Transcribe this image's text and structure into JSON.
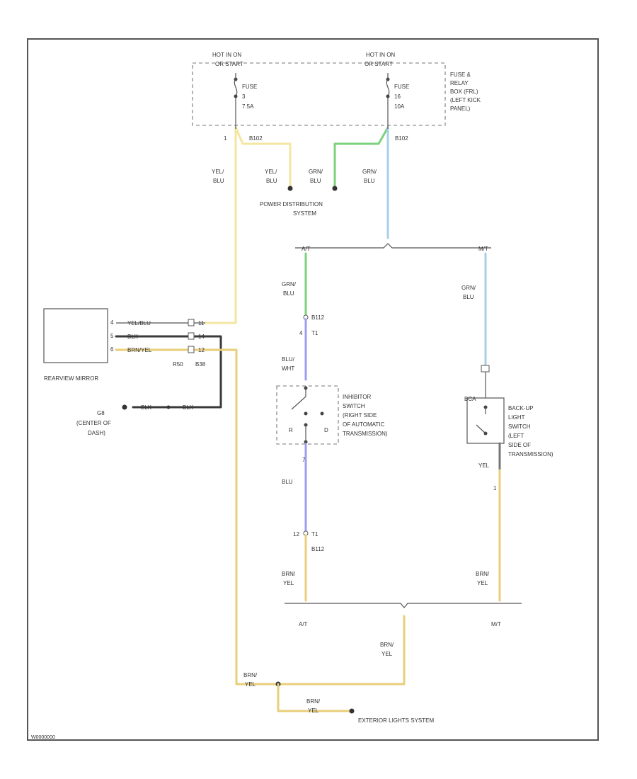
{
  "fuse_box": {
    "hot_left": [
      "HOT IN ON",
      "OR START"
    ],
    "hot_right": [
      "HOT IN ON",
      "OR START"
    ],
    "fuse_left": [
      "FUSE",
      "3",
      "7.5A"
    ],
    "fuse_right": [
      "FUSE",
      "16",
      "10A"
    ],
    "label": [
      "FUSE &",
      "RELAY",
      "BOX (FRL)",
      "(LEFT KICK",
      "PANEL)"
    ],
    "pin_left": "1",
    "conn_left": "B102",
    "conn_right": "B102"
  },
  "power_dist": {
    "wire1": [
      "YEL/",
      "BLU"
    ],
    "wire2": [
      "YEL/",
      "BLU"
    ],
    "wire3": [
      "GRN/",
      "BLU"
    ],
    "wire4": [
      "GRN/",
      "BLU"
    ],
    "label": [
      "POWER DISTRIBUTION",
      "SYSTEM"
    ]
  },
  "branch_top": {
    "at": "A/T",
    "mt": "M/T"
  },
  "at_path": {
    "wire_in": [
      "GRN/",
      "BLU"
    ],
    "conn_top": "B112",
    "pin_top": "4",
    "conn_t1": "T1",
    "wire_mid": [
      "BLU/",
      "WHT"
    ],
    "switch_label": [
      "INHIBITOR",
      "SWITCH",
      "(RIGHT SIDE",
      "OF AUTOMATIC",
      "TRANSMISSION)"
    ],
    "switch_r": "R",
    "switch_d": "D",
    "switch_pin": "7",
    "wire_out": [
      "BLU"
    ],
    "conn_bottom": "12",
    "conn_t1b": "T1",
    "conn_b112b": "B112",
    "wire_bottom": [
      "BRN/",
      "YEL"
    ]
  },
  "mt_path": {
    "wire_in": [
      "GRN/",
      "BLU"
    ],
    "switch_pin": "BCA",
    "switch_label": [
      "BACK-UP",
      "LIGHT",
      "SWITCH",
      "(LEFT",
      "SIDE OF",
      "TRANSMISSION)"
    ],
    "wire_out": "YEL",
    "pin_out": "1",
    "wire_bottom": [
      "BRN/",
      "YEL"
    ]
  },
  "branch_bottom": {
    "at": "A/T",
    "mt": "M/T"
  },
  "mirror": {
    "label": "REARVIEW MIRROR",
    "pins": [
      "4",
      "5",
      "6"
    ],
    "wires": [
      "YEL/BLU",
      "BLK",
      "BRN/YEL"
    ],
    "conn_pins": [
      "11",
      "14",
      "12"
    ],
    "conn_labels": [
      "R50",
      "B38"
    ]
  },
  "ground": {
    "label": [
      "G8",
      "(CENTER OF",
      "DASH)"
    ],
    "wire_a": "BLK",
    "wire_b": "BLK"
  },
  "output": {
    "wire_center": [
      "BRN/",
      "YEL"
    ],
    "wire_left": [
      "BRN/",
      "YEL"
    ],
    "wire_bottom": [
      "BRN/",
      "YEL"
    ],
    "label": "EXTERIOR LIGHTS SYSTEM"
  },
  "footer_code": "W0000000",
  "colors": {
    "yellow": "#F3E6A0",
    "yellow_dark": "#E8CF7A",
    "green": "#7CD17C",
    "blue": "#A9CFE8",
    "violet": "#9D9DF2",
    "black": "#3A3A3A",
    "frame": "#555555"
  }
}
